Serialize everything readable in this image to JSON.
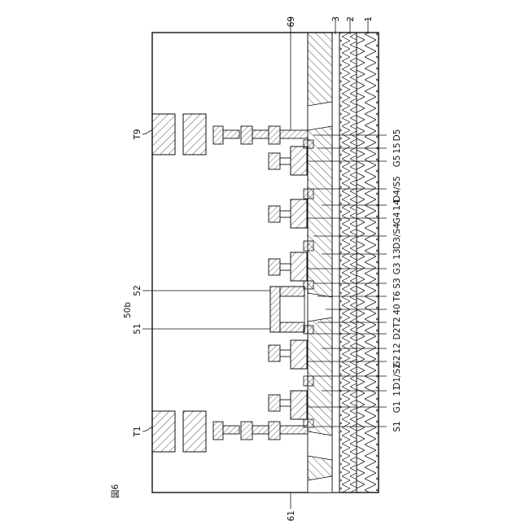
{
  "figure": {
    "number": "図6",
    "labels": {
      "n69": "69",
      "n3": "3",
      "n2": "2",
      "n1": "1",
      "T9": "T9",
      "T1": "T1",
      "n52": "52",
      "n50b": "50b",
      "n51": "51",
      "n61": "61",
      "D5": "D5",
      "n15": "15",
      "G5": "G5",
      "D4S5": "D4/S5",
      "n14": "14",
      "G4": "G4",
      "D3S4": "D3/S4",
      "n13": "13",
      "G3": "G3",
      "S3": "S3",
      "T6": "T6",
      "n40": "40",
      "T2": "T2",
      "D2": "D2",
      "n12": "12",
      "G2": "G2",
      "D1S2": "D1/S2",
      "n11": "11",
      "G1": "G1",
      "S1": "S1"
    }
  }
}
